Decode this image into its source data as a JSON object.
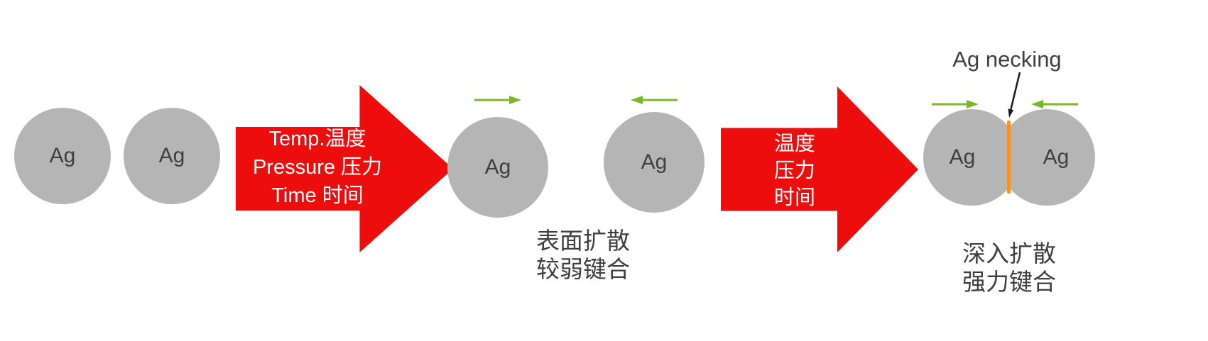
{
  "colors": {
    "particle_gray": "#b5b5b5",
    "arrow_red": "#ee0d0d",
    "arrow_green": "#79b928",
    "neck_orange": "#f7941e",
    "text_dark": "#3f3f3f"
  },
  "stage1": {
    "particle_left": "Ag",
    "particle_right": "Ag"
  },
  "process_arrow_1": {
    "line1": "Temp.温度",
    "line2": "Pressure 压力",
    "line3": "Time 时间"
  },
  "stage2": {
    "particle_left": "Ag",
    "particle_right": "Ag",
    "caption_line1": "表面扩散",
    "caption_line2": "较弱键合"
  },
  "process_arrow_2": {
    "line1": "温度",
    "line2": "压力",
    "line3": "时间"
  },
  "stage3": {
    "particle_left": "Ag",
    "particle_right": "Ag",
    "annotation": "Ag necking",
    "caption_line1": "深入扩散",
    "caption_line2": "强力键合"
  }
}
